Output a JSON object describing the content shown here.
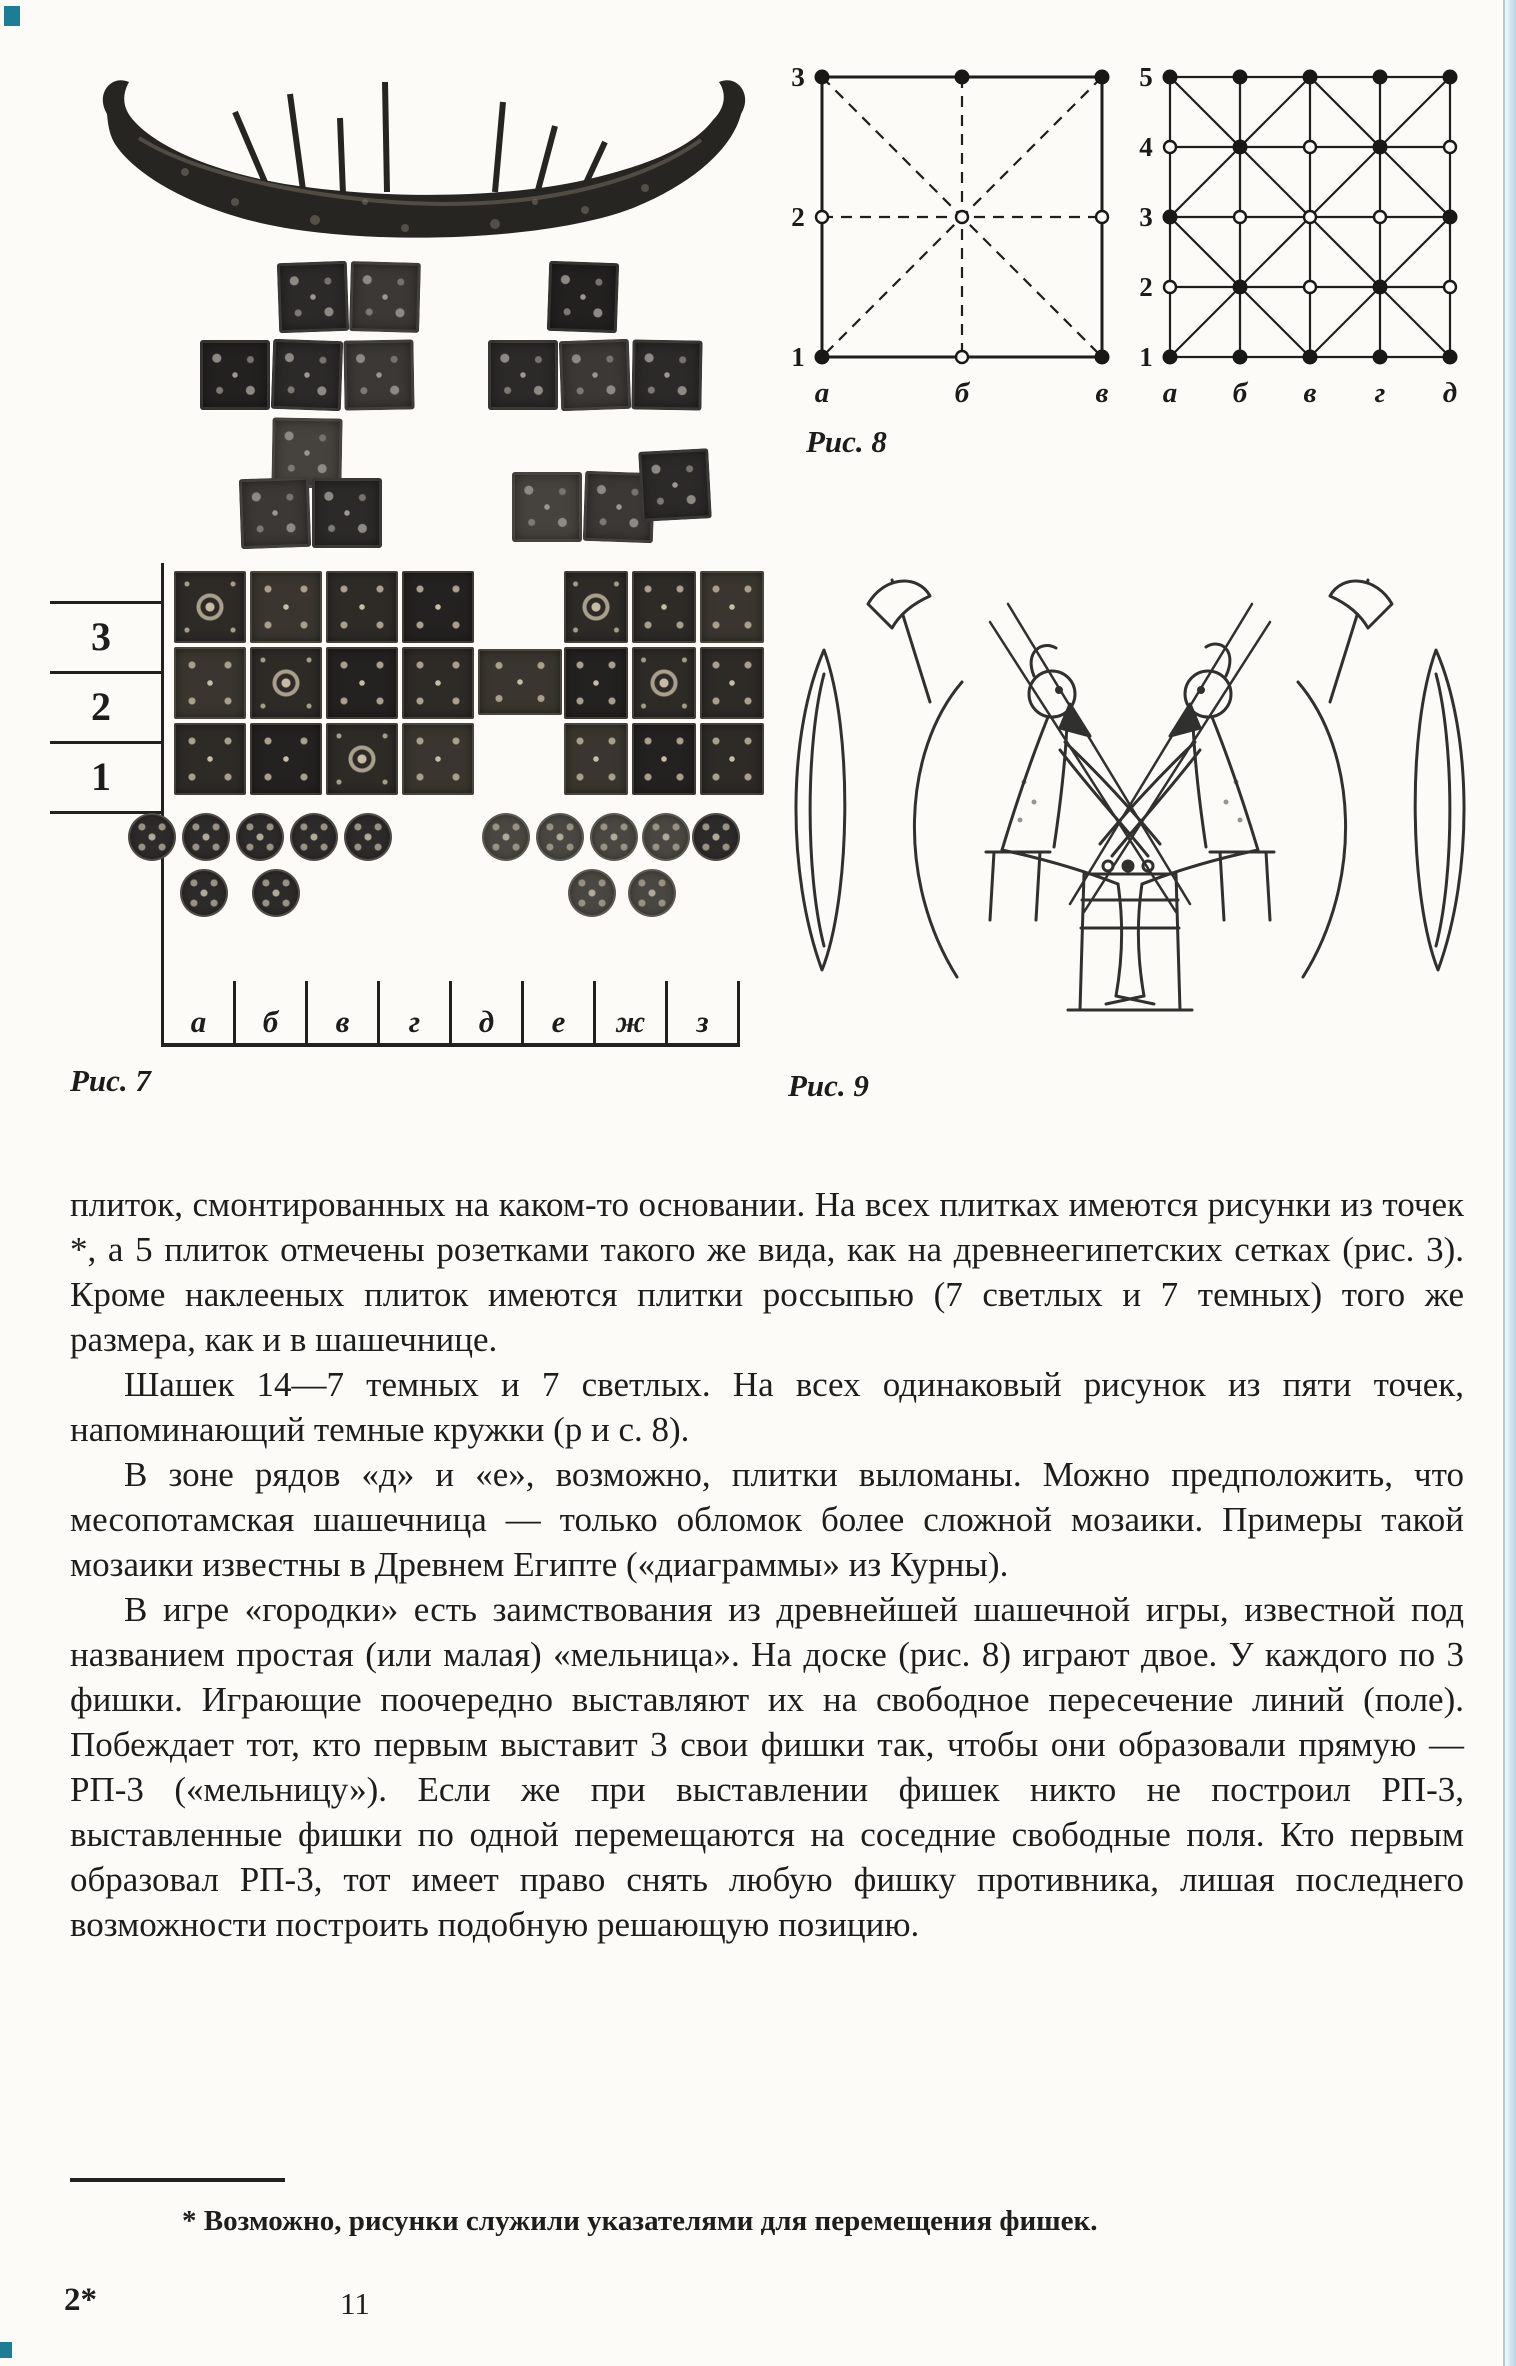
{
  "colors": {
    "paper": "#fcfbf8",
    "ink": "#1e1d1b",
    "scan_blue": "#1d7d95"
  },
  "figures": {
    "fig7": {
      "caption": "Рис. 7",
      "x_labels": [
        "а",
        "б",
        "в",
        "г",
        "д",
        "е",
        "ж",
        "з"
      ],
      "y_labels": [
        "3",
        "2",
        "1"
      ]
    },
    "fig8": {
      "caption": "Рис. 8",
      "board1": {
        "x_labels": [
          "а",
          "б",
          "в"
        ],
        "y_labels": [
          "3",
          "2",
          "1"
        ],
        "points": [
          [
            "filled",
            "filled",
            "filled"
          ],
          [
            "open",
            "open",
            "open"
          ],
          [
            "filled",
            "open",
            "filled"
          ]
        ]
      },
      "board2": {
        "x_labels": [
          "а",
          "б",
          "в",
          "г",
          "д"
        ],
        "y_labels": [
          "5",
          "4",
          "3",
          "2",
          "1"
        ],
        "points": [
          [
            "filled",
            "filled",
            "filled",
            "filled",
            "filled"
          ],
          [
            "open",
            "filled",
            "open",
            "filled",
            "open"
          ],
          [
            "filled",
            "open",
            "open",
            "open",
            "filled"
          ],
          [
            "open",
            "filled",
            "open",
            "filled",
            "open"
          ],
          [
            "filled",
            "filled",
            "filled",
            "filled",
            "filled"
          ]
        ]
      }
    },
    "fig9": {
      "caption": "Рис. 9"
    }
  },
  "body": {
    "paragraphs": [
      "плиток, смонтированных на каком-то основании. На всех плитках имеются рисунки из точек *, а 5 плиток отмечены розетками такого же вида, как на древнеегипетских сетках (рис. 3). Кроме наклееных плиток имеются плитки россыпью (7 светлых и 7 темных) того же размера, как и в шашечнице.",
      "Шашек 14—7 темных и 7 светлых. На всех одинаковый рисунок из пяти точек, напоминающий темные кружки (р и с. 8).",
      "В зоне рядов «д» и «е», возможно, плитки выломаны. Можно предположить, что месопотамская шашечница — только обломок более сложной мозаики. Примеры такой мозаики известны в Древнем Египте («диаграммы» из Курны).",
      "В игре «городки» есть заимствования из древнейшей шашечной игры, известной под названием простая (или малая) «мельница». На доске (рис. 8) играют двое. У каждого по 3 фишки. Играющие поочередно выставляют их на свободное пересечение линий (поле). Побеждает тот, кто первым выставит 3 свои фишки так, чтобы они образовали прямую — РП-3 («мельницу»). Если же при выставлении фишек никто не построил РП-3, выставленные фишки по одной перемещаются на соседние свободные поля. Кто первым образовал РП-3, тот имеет право снять любую фишку противника, лишая последнего возможности построить подобную решающую позицию."
    ]
  },
  "footnote": {
    "marker": "*",
    "text": "Возможно, рисунки служили указателями для перемещения фишек."
  },
  "footer": {
    "signature": "2*",
    "page": "11"
  }
}
